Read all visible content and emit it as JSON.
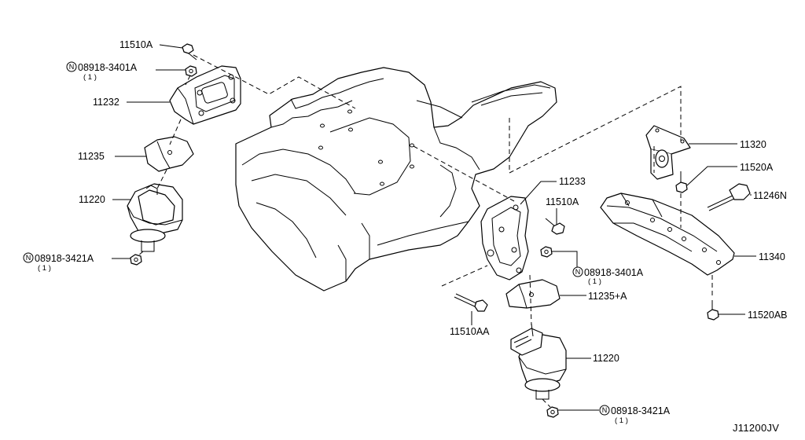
{
  "diagram_code": "J11200JV",
  "nut_mark": "N",
  "callouts": [
    {
      "id": "c1",
      "part": "11510A"
    },
    {
      "id": "c2",
      "part": "08918-3401A",
      "qty": "( 1 )",
      "circled_n": true
    },
    {
      "id": "c3",
      "part": "11232"
    },
    {
      "id": "c4",
      "part": "11235"
    },
    {
      "id": "c5",
      "part": "11220"
    },
    {
      "id": "c6",
      "part": "08918-3421A",
      "qty": "( 1 )",
      "circled_n": true
    },
    {
      "id": "c7",
      "part": "11233"
    },
    {
      "id": "c8",
      "part": "11510A"
    },
    {
      "id": "c9",
      "part": "08918-3401A",
      "qty": "( 1 )",
      "circled_n": true
    },
    {
      "id": "c10",
      "part": "11235+A"
    },
    {
      "id": "c11",
      "part": "11510AA"
    },
    {
      "id": "c12",
      "part": "11220"
    },
    {
      "id": "c13",
      "part": "08918-3421A",
      "qty": "( 1 )",
      "circled_n": true
    },
    {
      "id": "c14",
      "part": "11320"
    },
    {
      "id": "c15",
      "part": "11520A"
    },
    {
      "id": "c16",
      "part": "11246N"
    },
    {
      "id": "c17",
      "part": "11340"
    },
    {
      "id": "c18",
      "part": "11520AB"
    }
  ]
}
